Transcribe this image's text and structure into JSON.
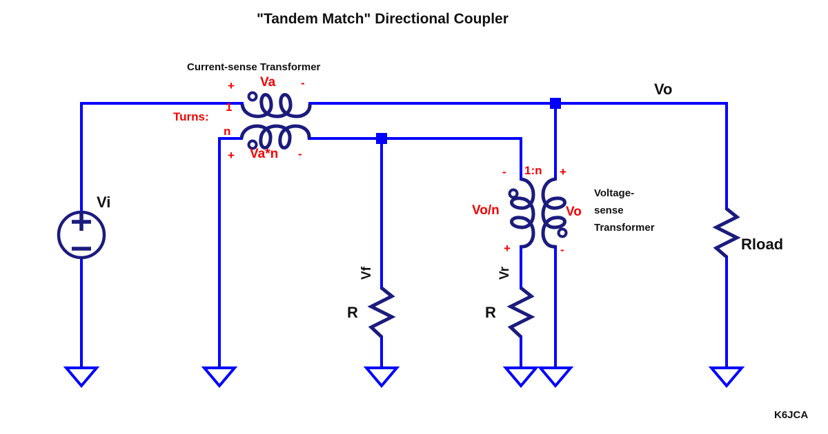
{
  "title": "\"Tandem Match\" Directional Coupler",
  "signature": "K6JCA",
  "colors": {
    "wire_blue": "#0000FF",
    "component_navy": "#1b1b7e",
    "label_red": "#F40000",
    "text_black": "#111111"
  },
  "source": {
    "label": "Vi"
  },
  "output": {
    "label": "Vo"
  },
  "current_sense": {
    "caption": "Current-sense Transformer",
    "turns_caption": "Turns:",
    "primary_turns": "1",
    "secondary_turns": "n",
    "primary": {
      "plus": "+",
      "voltage": "Va",
      "minus": "-"
    },
    "secondary": {
      "plus": "+",
      "voltage": "Va*n",
      "minus": "-"
    }
  },
  "voltage_sense": {
    "caption_line1": "Voltage-",
    "caption_line2": "sense",
    "caption_line3": "Transformer",
    "ratio": "1:n",
    "primary": {
      "minus": "-",
      "voltage": "Vo/n",
      "plus": "+"
    },
    "secondary": {
      "plus": "+",
      "voltage": "Vo",
      "minus": "-"
    }
  },
  "resistors": {
    "forward": {
      "name": "R",
      "voltage": "Vf"
    },
    "reflected": {
      "name": "R",
      "voltage": "Vr"
    },
    "load": {
      "name": "Rload"
    }
  }
}
